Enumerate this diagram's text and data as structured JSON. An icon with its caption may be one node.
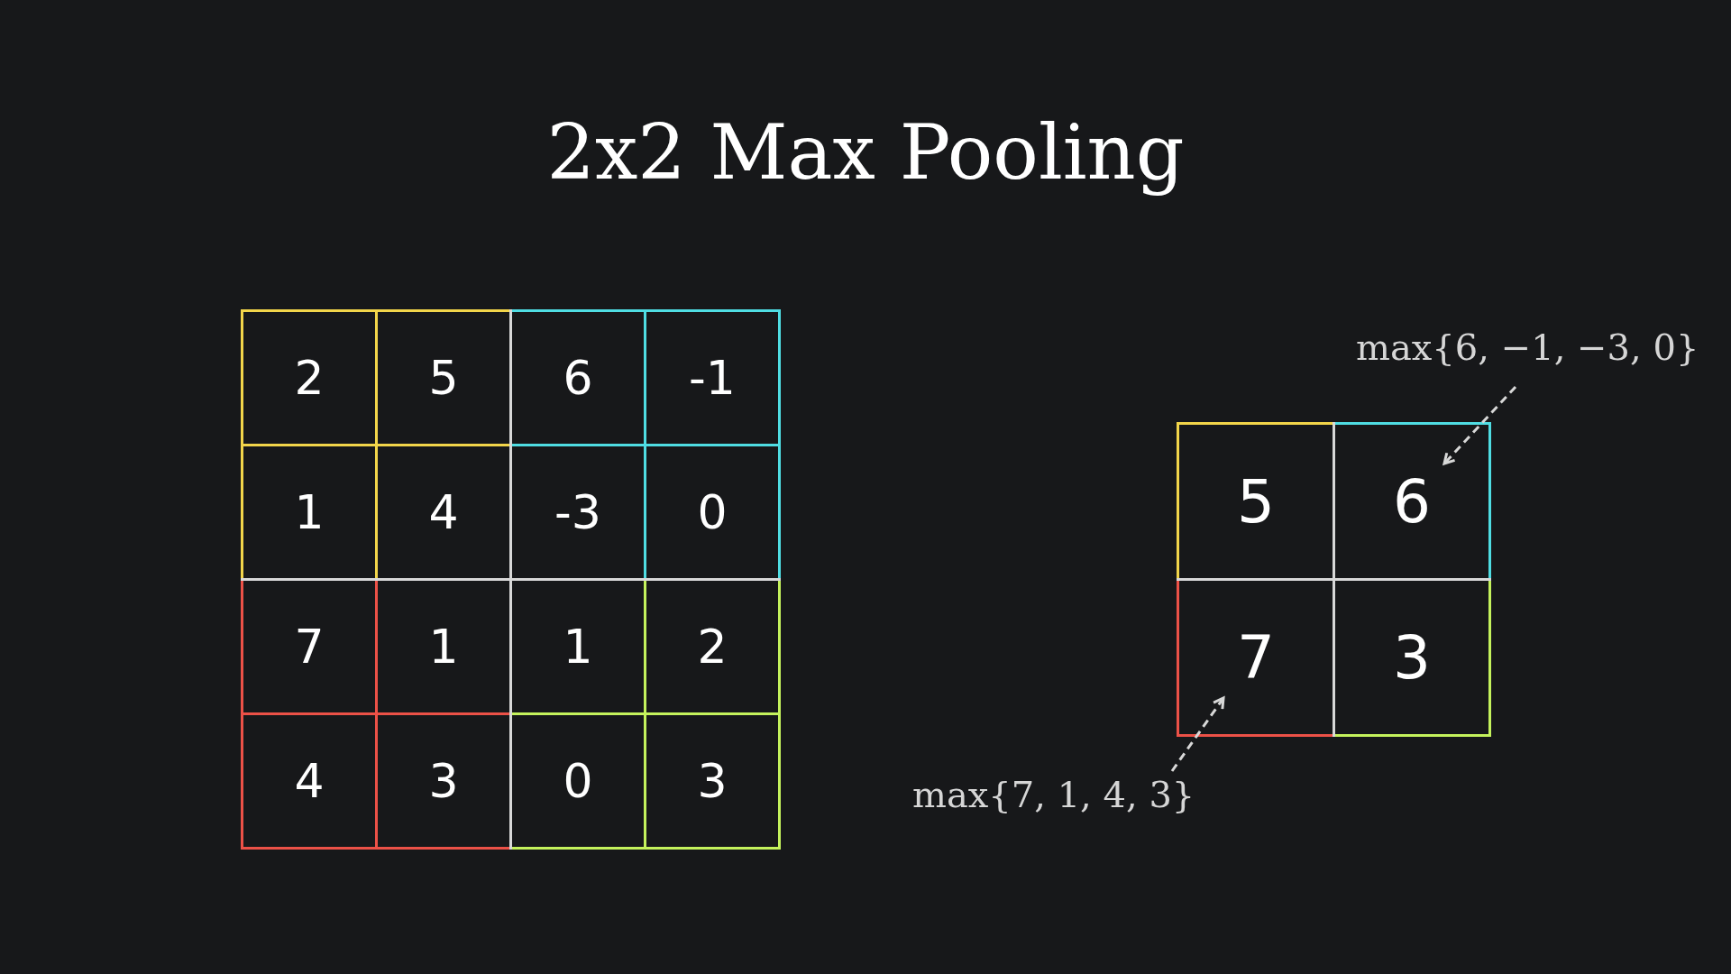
{
  "diagram": {
    "title": "2x2 Max Pooling",
    "nodes": [
      {
        "text": [
          "2"
        ]
      },
      {
        "text": [
          "5"
        ]
      },
      {
        "text": [
          "6"
        ]
      },
      {
        "text": [
          "-1"
        ]
      },
      {
        "text": [
          "1"
        ]
      },
      {
        "text": [
          "4"
        ]
      },
      {
        "text": [
          "-3"
        ]
      },
      {
        "text": [
          "0"
        ]
      },
      {
        "text": [
          "7"
        ]
      },
      {
        "text": [
          "1"
        ]
      },
      {
        "text": [
          "1"
        ]
      },
      {
        "text": [
          "2"
        ]
      },
      {
        "text": [
          "4"
        ]
      },
      {
        "text": [
          "3"
        ]
      },
      {
        "text": [
          "0"
        ]
      },
      {
        "text": [
          "3"
        ]
      },
      {
        "text": [
          "5"
        ]
      },
      {
        "text": [
          "6"
        ]
      },
      {
        "text": [
          "7"
        ]
      },
      {
        "text": [
          "3"
        ]
      },
      {
        "text": [
          "max{6, −1, −3, 0}"
        ]
      },
      {
        "text": [
          "max{7, 1, 4, 3}"
        ]
      }
    ],
    "edges": [
      {
        "from": 20,
        "to": 17,
        "arrow": "to",
        "style": "dashed"
      },
      {
        "from": 21,
        "to": 18,
        "arrow": "to",
        "style": "dashed"
      }
    ]
  }
}
